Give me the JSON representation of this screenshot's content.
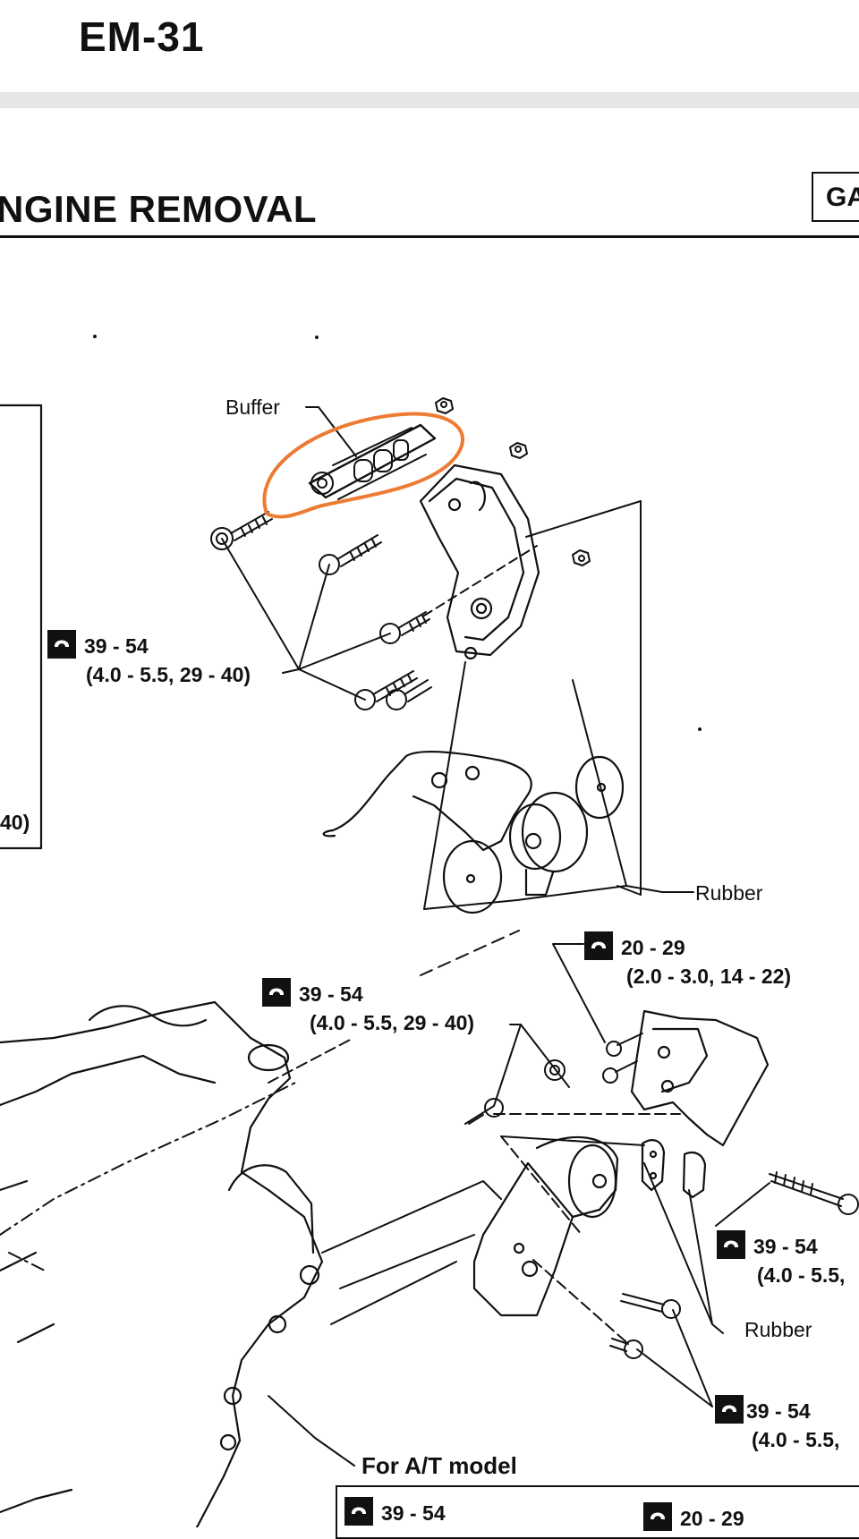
{
  "header": {
    "page_number": "EM-31",
    "section_title": "NGINE REMOVAL",
    "section_code": "GA"
  },
  "diagram": {
    "labels": {
      "buffer": "Buffer",
      "rubber_top": "Rubber",
      "rubber_bottom": "Rubber",
      "partial_left_value": "40)",
      "for_at_model": "For A/T model"
    },
    "torque_specs": [
      {
        "id": "t1",
        "range": "39 - 54",
        "detail": "(4.0 - 5.5, 29 - 40)"
      },
      {
        "id": "t2",
        "range": "20 - 29",
        "detail": "(2.0 - 3.0, 14 - 22)"
      },
      {
        "id": "t3",
        "range": "39 - 54",
        "detail": "(4.0 - 5.5, 29 - 40)"
      },
      {
        "id": "t4",
        "range": "39 - 54",
        "detail": "(4.0 - 5.5,"
      },
      {
        "id": "t5",
        "range": "39 - 54",
        "detail": "(4.0 - 5.5,"
      },
      {
        "id": "t6",
        "range": "39 - 54",
        "detail": ""
      },
      {
        "id": "t7",
        "range": "20 - 29",
        "detail": ""
      }
    ],
    "highlight_color": "#ee7b33",
    "line_color": "#111111"
  }
}
